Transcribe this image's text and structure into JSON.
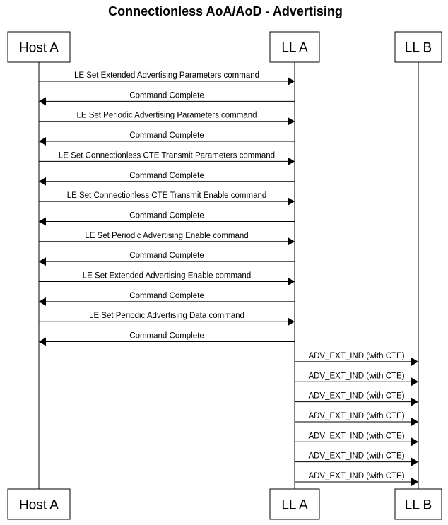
{
  "title": "Connectionless AoA/AoD - Advertising",
  "participants": [
    {
      "id": "hostA",
      "label": "Host A"
    },
    {
      "id": "llA",
      "label": "LL A"
    },
    {
      "id": "llB",
      "label": "LL B"
    }
  ],
  "messages": [
    {
      "from": "hostA",
      "to": "llA",
      "label": "LE Set Extended Advertising Parameters command"
    },
    {
      "from": "llA",
      "to": "hostA",
      "label": "Command Complete"
    },
    {
      "from": "hostA",
      "to": "llA",
      "label": "LE Set Periodic Advertising Parameters command"
    },
    {
      "from": "llA",
      "to": "hostA",
      "label": "Command Complete"
    },
    {
      "from": "hostA",
      "to": "llA",
      "label": "LE Set Connectionless CTE Transmit Parameters command"
    },
    {
      "from": "llA",
      "to": "hostA",
      "label": "Command Complete"
    },
    {
      "from": "hostA",
      "to": "llA",
      "label": "LE Set Connectionless CTE Transmit Enable command"
    },
    {
      "from": "llA",
      "to": "hostA",
      "label": "Command Complete"
    },
    {
      "from": "hostA",
      "to": "llA",
      "label": "LE Set Periodic Advertising Enable command"
    },
    {
      "from": "llA",
      "to": "hostA",
      "label": "Command Complete"
    },
    {
      "from": "hostA",
      "to": "llA",
      "label": "LE Set Extended Advertising Enable command"
    },
    {
      "from": "llA",
      "to": "hostA",
      "label": "Command Complete"
    },
    {
      "from": "hostA",
      "to": "llA",
      "label": "LE Set Periodic Advertising Data command"
    },
    {
      "from": "llA",
      "to": "hostA",
      "label": "Command Complete"
    },
    {
      "from": "llA",
      "to": "llB",
      "label": "ADV_EXT_IND (with CTE)"
    },
    {
      "from": "llA",
      "to": "llB",
      "label": "ADV_EXT_IND (with CTE)"
    },
    {
      "from": "llA",
      "to": "llB",
      "label": "ADV_EXT_IND (with CTE)"
    },
    {
      "from": "llA",
      "to": "llB",
      "label": "ADV_EXT_IND (with CTE)"
    },
    {
      "from": "llA",
      "to": "llB",
      "label": "ADV_EXT_IND (with CTE)"
    },
    {
      "from": "llA",
      "to": "llB",
      "label": "ADV_EXT_IND (with CTE)"
    },
    {
      "from": "llA",
      "to": "llB",
      "label": "ADV_EXT_IND (with CTE)"
    }
  ]
}
